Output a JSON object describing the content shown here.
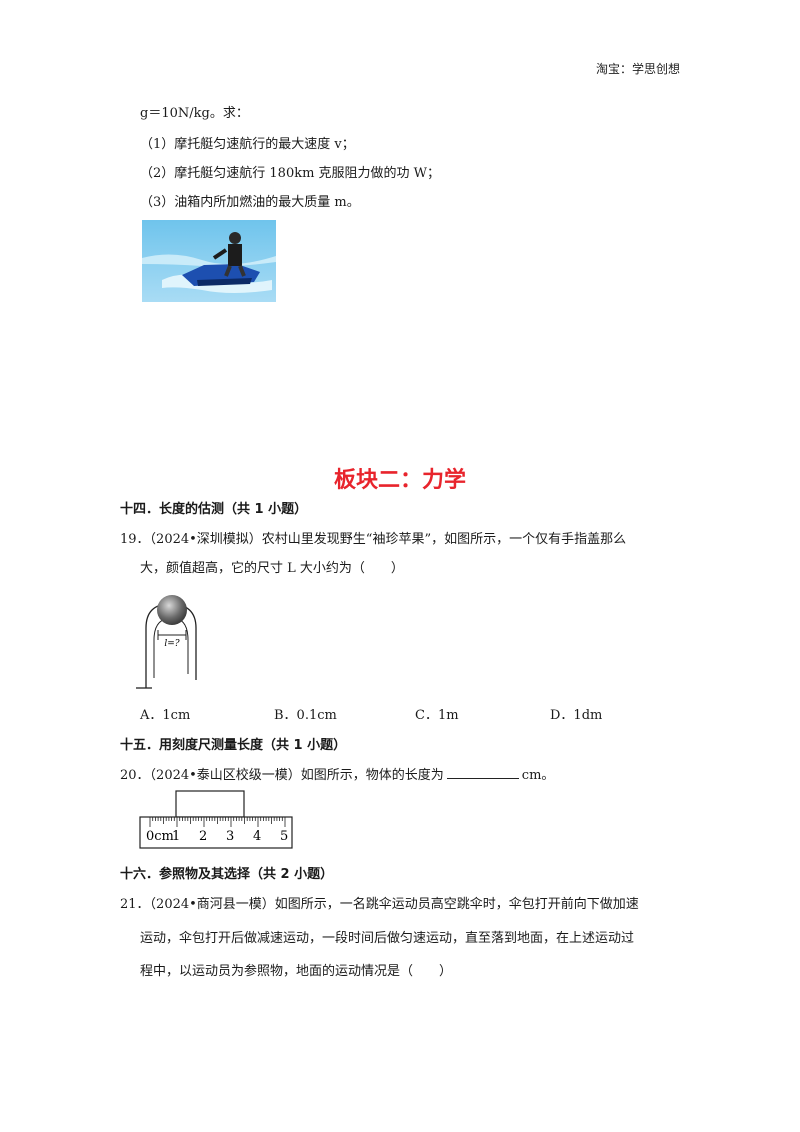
{
  "header": "淘宝：学思创想",
  "q18": {
    "given": "g＝10N/kg。求：",
    "parts": [
      "（1）摩托艇匀速航行的最大速度 v；",
      "（2）摩托艇匀速航行 180km 克服阻力做的功 W；",
      "（3）油箱内所加燃油的最大质量 m。"
    ]
  },
  "section_title": "板块二：力学",
  "topic14": "十四．长度的估测（共 1 小题）",
  "q19": {
    "line1": "19．（2024•深圳模拟）农村山里发现野生“袖珍苹果”，如图所示，一个仅有手指盖那么",
    "line2": "大，颜值超高，它的尺寸 L 大小约为（　　）",
    "figure_label": "l=?",
    "options": [
      "A．1cm",
      "B．0.1cm",
      "C．1m",
      "D．1dm"
    ]
  },
  "topic15": "十五．用刻度尺测量长度（共 1 小题）",
  "q20": {
    "prefix": "20．（2024•泰山区校级一模）如图所示，物体的长度为",
    "suffix": "cm。",
    "ruler_labels": [
      "0cm",
      "1",
      "2",
      "3",
      "4",
      "5"
    ]
  },
  "topic16": "十六．参照物及其选择（共 2 小题）",
  "q21": {
    "line1": "21．（2024•商河县一模）如图所示，一名跳伞运动员高空跳伞时，伞包打开前向下做加速",
    "line2": "运动，伞包打开后做减速运动，一段时间后做匀速运动，直至落到地面，在上述运动过",
    "line3": "程中，以运动员为参照物，地面的运动情况是（　　）"
  }
}
